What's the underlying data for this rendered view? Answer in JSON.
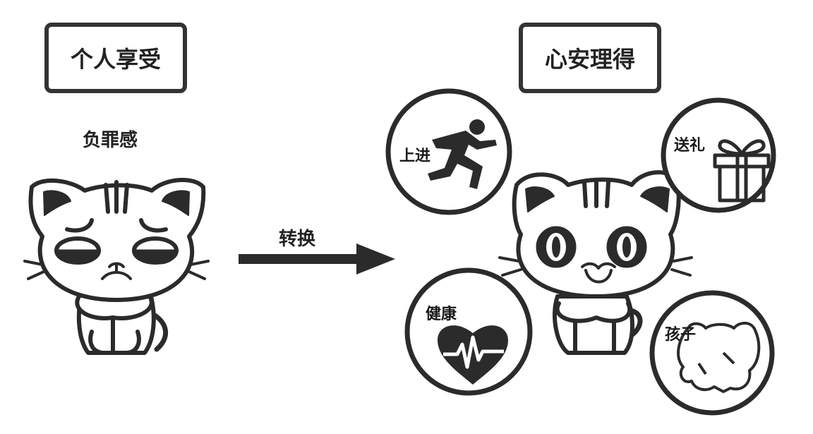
{
  "left": {
    "title": "个人享受",
    "feeling": "负罪感"
  },
  "arrow": {
    "label": "转换"
  },
  "right": {
    "title": "心安理得",
    "benefits": [
      {
        "label": "上进",
        "icon": "running-person-icon"
      },
      {
        "label": "送礼",
        "icon": "gift-box-icon"
      },
      {
        "label": "健康",
        "icon": "heartbeat-heart-icon"
      },
      {
        "label": "孩子",
        "icon": "kitten-icon"
      }
    ]
  },
  "colors": {
    "stroke": "#333333",
    "fill_dark": "#2b2b2b",
    "background": "#ffffff"
  }
}
